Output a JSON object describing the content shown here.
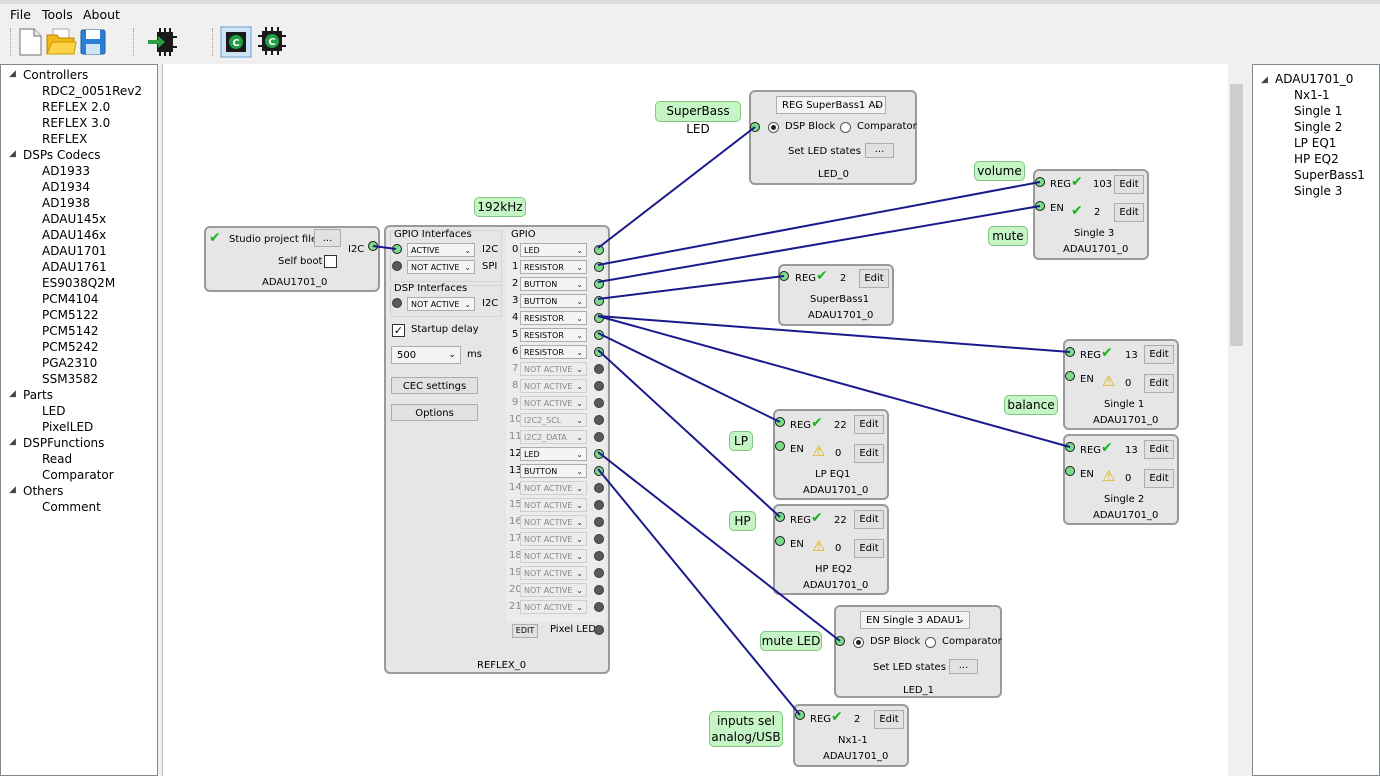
{
  "menu": {
    "file": "File",
    "tools": "Tools",
    "about": "About"
  },
  "toolbar": {
    "icons": [
      "new-file-icon",
      "open-folder-icon",
      "save-icon",
      "upload-chip-icon",
      "compile-c-icon",
      "compile-chip-icon"
    ]
  },
  "left_tree": {
    "controllers": {
      "label": "Controllers",
      "items": [
        "RDC2_0051Rev2",
        "REFLEX 2.0",
        "REFLEX 3.0",
        "REFLEX"
      ]
    },
    "dsps": {
      "label": "DSPs Codecs",
      "items": [
        "AD1933",
        "AD1934",
        "AD1938",
        "ADAU145x",
        "ADAU146x",
        "ADAU1701",
        "ADAU1761",
        "ES9038Q2M",
        "PCM4104",
        "PCM5122",
        "PCM5142",
        "PCM5242",
        "PGA2310",
        "SSM3582"
      ]
    },
    "parts": {
      "label": "Parts",
      "items": [
        "LED",
        "PixelLED"
      ]
    },
    "dspfunctions": {
      "label": "DSPFunctions",
      "items": [
        "Read",
        "Comparator"
      ]
    },
    "others": {
      "label": "Others",
      "items": [
        "Comment"
      ]
    }
  },
  "right_tree": {
    "root": "ADAU1701_0",
    "items": [
      "Nx1-1",
      "Single 1",
      "Single 2",
      "LP EQ1",
      "HP EQ2",
      "SuperBass1",
      "Single 3"
    ]
  },
  "labels": {
    "superbass_led": "SuperBass LED",
    "khz": "192kHz",
    "volume": "volume",
    "mute": "mute",
    "balance": "balance",
    "lp": "LP",
    "hp": "HP",
    "mute_led": "mute LED",
    "inputs_sel_1": "inputs sel",
    "inputs_sel_2": "analog/USB"
  },
  "studio_node": {
    "project_file": "Studio project file",
    "browse": "...",
    "self_boot": "Self boot",
    "i2c": "I2C",
    "name": "ADAU1701_0"
  },
  "reflex_node": {
    "gpio_interfaces": "GPIO Interfaces",
    "gpio": "GPIO",
    "if_rows": [
      {
        "value": "ACTIVE",
        "proto": "I2C"
      },
      {
        "value": "NOT ACTIVE",
        "proto": "SPI"
      }
    ],
    "dsp_interfaces": "DSP Interfaces",
    "dsp_row": {
      "value": "NOT ACTIVE",
      "proto": "I2C"
    },
    "startup_delay": "Startup delay",
    "delay_value": "500",
    "delay_unit": "ms",
    "cec_settings": "CEC settings",
    "options": "Options",
    "gpio_rows": [
      {
        "n": "0",
        "v": "LED",
        "on": true
      },
      {
        "n": "1",
        "v": "RESISTOR",
        "on": true
      },
      {
        "n": "2",
        "v": "BUTTON",
        "on": true
      },
      {
        "n": "3",
        "v": "BUTTON",
        "on": true
      },
      {
        "n": "4",
        "v": "RESISTOR",
        "on": true
      },
      {
        "n": "5",
        "v": "RESISTOR",
        "on": true
      },
      {
        "n": "6",
        "v": "RESISTOR",
        "on": true
      },
      {
        "n": "7",
        "v": "NOT ACTIVE",
        "on": false
      },
      {
        "n": "8",
        "v": "NOT ACTIVE",
        "on": false
      },
      {
        "n": "9",
        "v": "NOT ACTIVE",
        "on": false
      },
      {
        "n": "10",
        "v": "I2C2_SCL",
        "on": false
      },
      {
        "n": "11",
        "v": "I2C2_DATA",
        "on": false
      },
      {
        "n": "12",
        "v": "LED",
        "on": true
      },
      {
        "n": "13",
        "v": "BUTTON",
        "on": true
      },
      {
        "n": "14",
        "v": "NOT ACTIVE",
        "on": false
      },
      {
        "n": "15",
        "v": "NOT ACTIVE",
        "on": false
      },
      {
        "n": "16",
        "v": "NOT ACTIVE",
        "on": false
      },
      {
        "n": "17",
        "v": "NOT ACTIVE",
        "on": false
      },
      {
        "n": "18",
        "v": "NOT ACTIVE",
        "on": false
      },
      {
        "n": "19",
        "v": "NOT ACTIVE",
        "on": false
      },
      {
        "n": "20",
        "v": "NOT ACTIVE",
        "on": false
      },
      {
        "n": "21",
        "v": "NOT ACTIVE",
        "on": false
      }
    ],
    "edit": "EDIT",
    "pixel_led": "Pixel LED",
    "name": "REFLEX_0"
  },
  "led0": {
    "select": "REG SuperBass1 AD",
    "dsp_block": "DSP Block",
    "comparator": "Comparator",
    "set_led": "Set LED states",
    "dots": "...",
    "name": "LED_0"
  },
  "led1": {
    "select": "EN Single 3 ADAU1",
    "dsp_block": "DSP Block",
    "comparator": "Comparator",
    "set_led": "Set LED states",
    "dots": "...",
    "name": "LED_1"
  },
  "common": {
    "reg": "REG",
    "en": "EN",
    "edit": "Edit",
    "dsp": "ADAU1701_0"
  },
  "single3": {
    "reg": "103",
    "en": "2",
    "title": "Single 3"
  },
  "superbass1": {
    "reg": "2",
    "title": "SuperBass1"
  },
  "single1": {
    "reg": "13",
    "en": "0",
    "title": "Single 1"
  },
  "single2": {
    "reg": "13",
    "en": "0",
    "title": "Single 2"
  },
  "lpeq1": {
    "reg": "22",
    "en": "0",
    "title": "LP EQ1"
  },
  "hpeq2": {
    "reg": "22",
    "en": "0",
    "title": "HP EQ2"
  },
  "nx11": {
    "reg": "2",
    "title": "Nx1-1"
  }
}
